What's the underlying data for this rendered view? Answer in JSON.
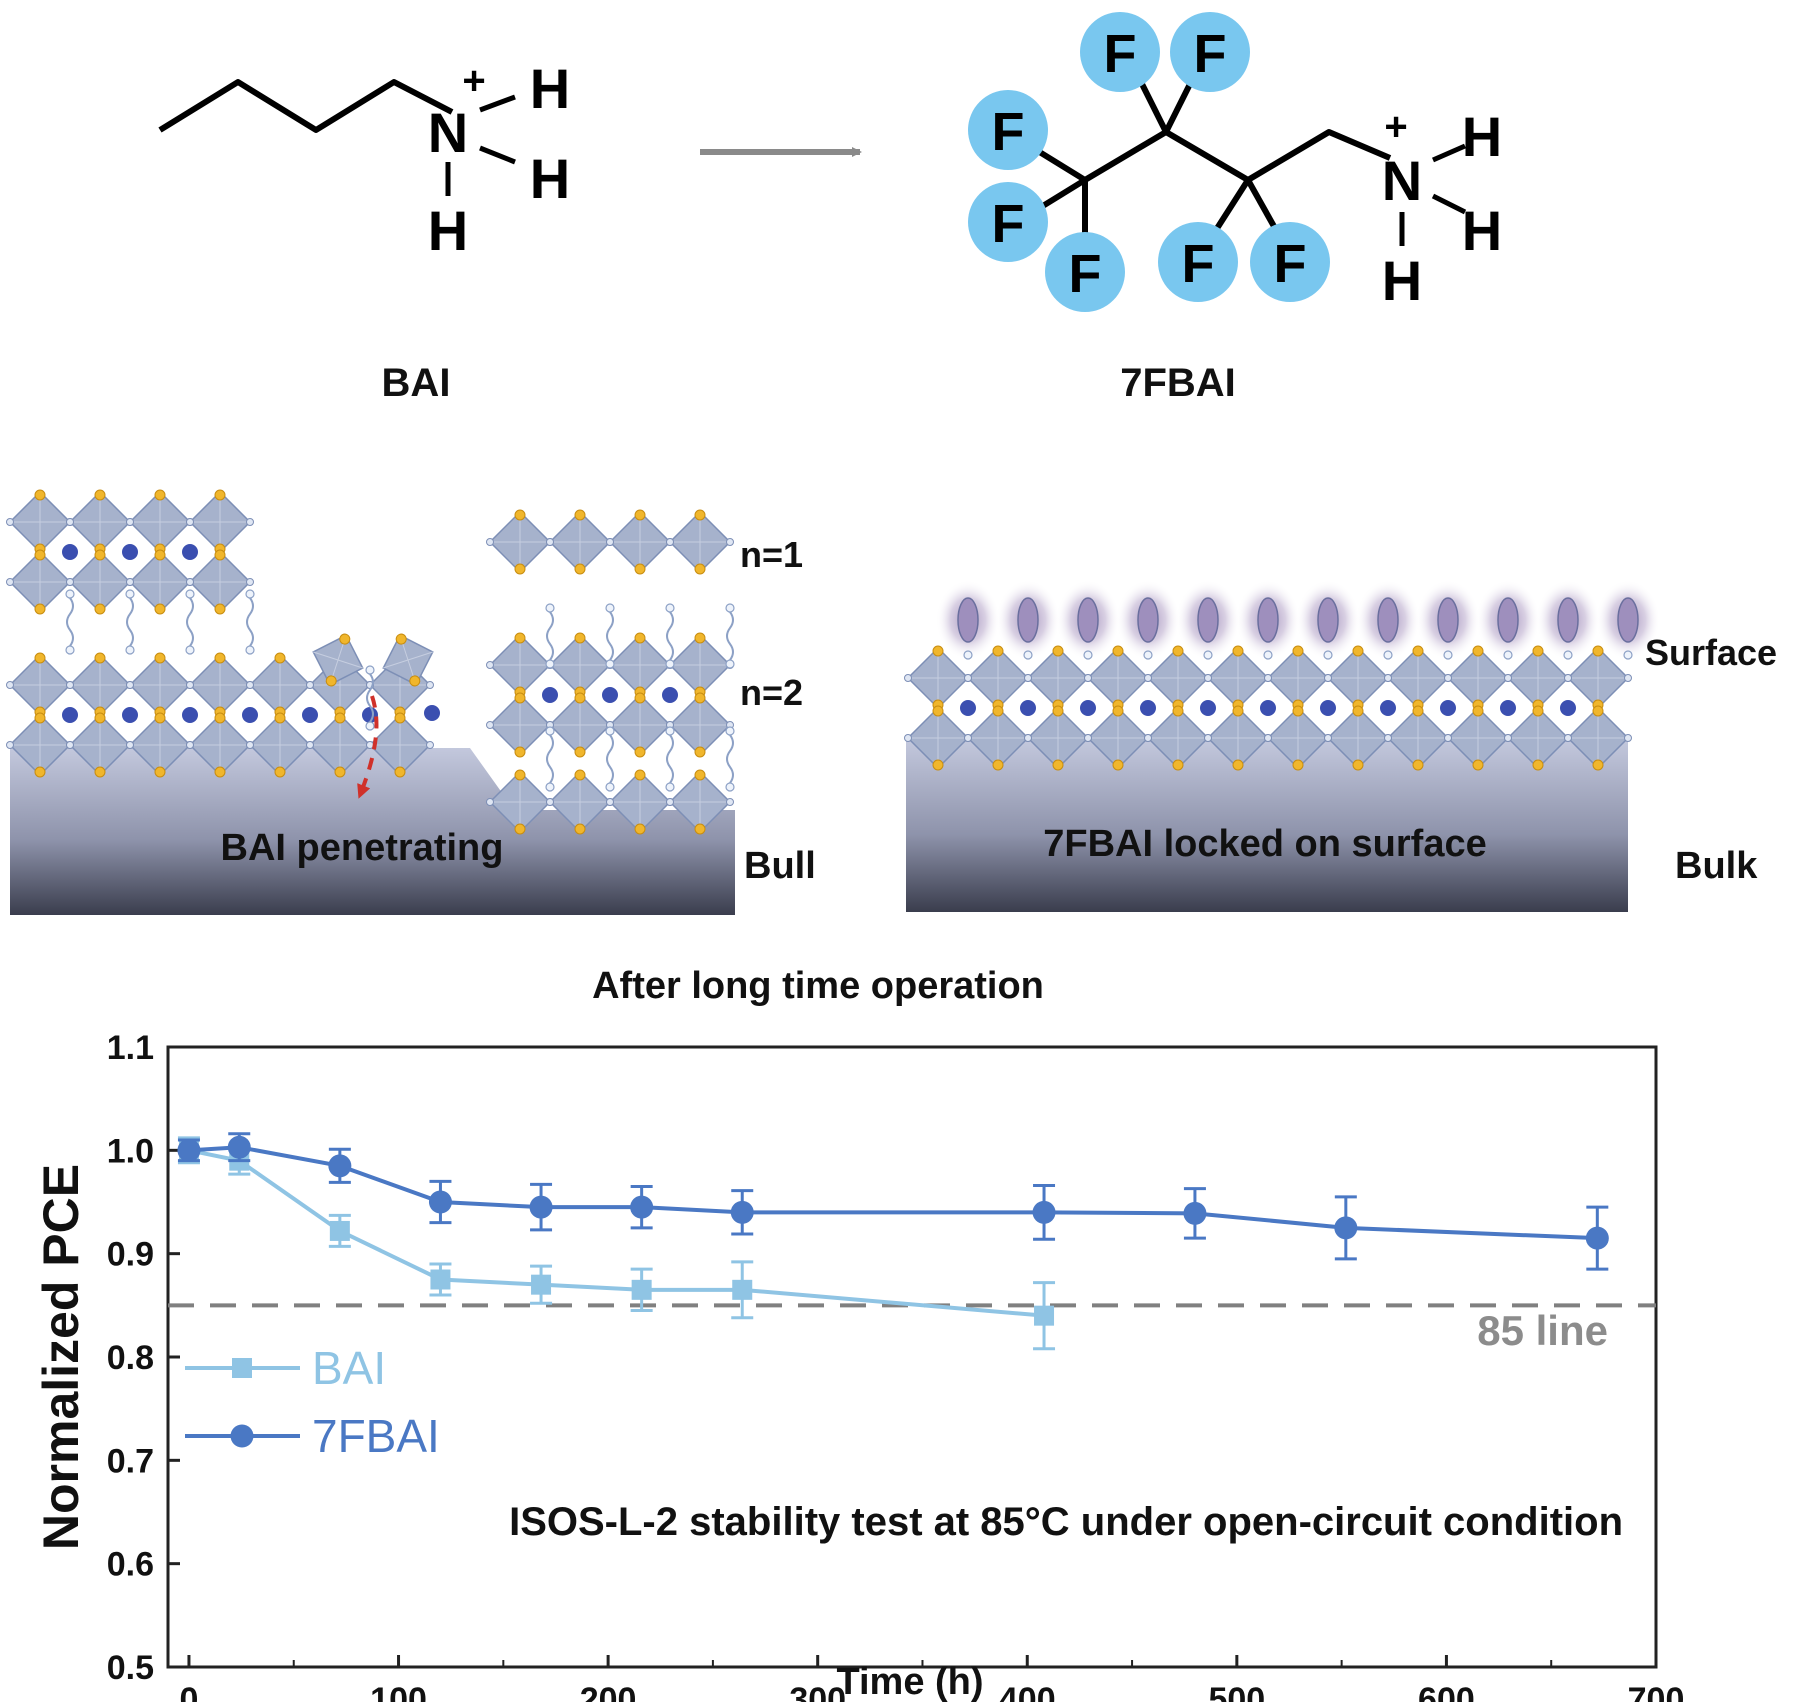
{
  "molecules": {
    "left_name": "BAI",
    "right_name": "7FBAI",
    "atoms": {
      "n": "N",
      "h": "H",
      "f": "F",
      "plus": "+"
    }
  },
  "scheme": {
    "n1_label": "n=1",
    "n2_label": "n=2",
    "left_caption": "BAI penetrating",
    "left_side_label": "Bull",
    "right_caption": "7FBAI locked on surface",
    "surface_label": "Surface",
    "bulk_label": "Bulk",
    "bottom_caption": "After long time operation"
  },
  "colors": {
    "bai": "#8fc4e4",
    "fbai": "#4a78c4",
    "fluorine": "#79c7ef",
    "octahedron": "#a6b2cc",
    "octa_edge": "#7d8fb6",
    "iodide": "#f0b62c",
    "cation": "#3b4fb0",
    "ref_line": "#808080"
  },
  "chart_data": {
    "type": "line",
    "xlabel": "Time (h)",
    "ylabel": "Normalized PCE",
    "xlim": [
      -10,
      700
    ],
    "ylim": [
      0.5,
      1.1
    ],
    "xticks": [
      "0",
      "100",
      "200",
      "300",
      "400",
      "500",
      "600",
      "700"
    ],
    "yticks": [
      "0.5",
      "0.6",
      "0.7",
      "0.8",
      "0.9",
      "1.0",
      "1.1"
    ],
    "legend_position": "bottom-left",
    "annotation": "ISOS-L-2 stability test at 85°C under open-circuit condition",
    "reference_line": {
      "y": 0.85,
      "label": "85 line"
    },
    "series": [
      {
        "name": "BAI",
        "marker": "square",
        "x": [
          0,
          24,
          72,
          120,
          168,
          216,
          264,
          408
        ],
        "y": [
          1.0,
          0.99,
          0.922,
          0.875,
          0.87,
          0.865,
          0.865,
          0.84
        ],
        "err": [
          0.012,
          0.013,
          0.015,
          0.015,
          0.018,
          0.02,
          0.027,
          0.032
        ]
      },
      {
        "name": "7FBAI",
        "marker": "circle",
        "x": [
          0,
          24,
          72,
          120,
          168,
          216,
          264,
          408,
          480,
          552,
          672
        ],
        "y": [
          1.0,
          1.003,
          0.985,
          0.95,
          0.945,
          0.945,
          0.94,
          0.94,
          0.939,
          0.925,
          0.915
        ],
        "err": [
          0.01,
          0.013,
          0.016,
          0.02,
          0.022,
          0.02,
          0.021,
          0.026,
          0.024,
          0.03,
          0.03
        ]
      }
    ]
  }
}
